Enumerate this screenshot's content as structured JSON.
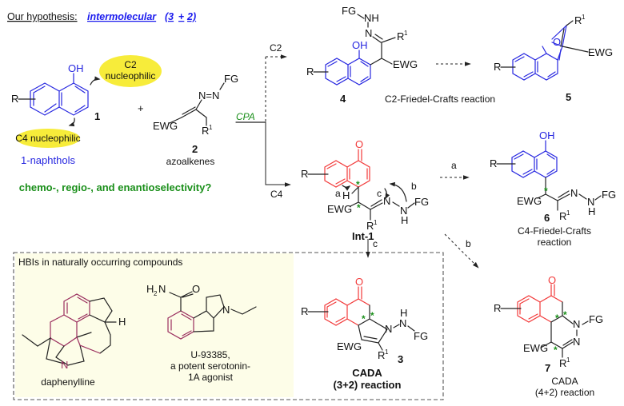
{
  "header": {
    "prefix": "Our hypothesis:",
    "emphasis": "intermolecular",
    "ratio_open": "(3",
    "ratio_plus": "+",
    "ratio_close": "2)"
  },
  "colors": {
    "naphthol": "#2727e0",
    "dearomatized": "#f23a3a",
    "stereocenter": "#1a8f1a",
    "natural_product": "#9a2e5e",
    "highlight": "#f7ec3a",
    "box_fill": "#fdfde8",
    "question": "#1a8f1a"
  },
  "reactants": {
    "naphthol": {
      "number": "1",
      "name": "1-naphthols",
      "oh": "OH",
      "r": "R"
    },
    "azoalkene": {
      "number": "2",
      "name": "azoalkenes",
      "fg": "FG",
      "n_n": "N=N",
      "ewg": "EWG",
      "r1": "R",
      "r1_sup": "1"
    },
    "plus": "+"
  },
  "callouts": {
    "c2": {
      "line1": "C2",
      "line2": "nucleophilic"
    },
    "c4": "C4 nucleophilic"
  },
  "question": "chemo-, regio-, and enantioselectivity?",
  "catalyst": "CPA",
  "branches": {
    "c2": "C2",
    "c4": "C4",
    "a": "a",
    "b": "b",
    "c": "c"
  },
  "products": {
    "p4": {
      "number": "4",
      "caption": "C2-Friedel-Crafts reaction"
    },
    "p5": {
      "number": "5"
    },
    "int1": {
      "label": "Int-1"
    },
    "p6": {
      "number": "6",
      "caption_line1": "C4-Friedel-Crafts",
      "caption_line2": "reaction"
    },
    "p3": {
      "number": "3",
      "caption_line1": "CADA",
      "caption_line2": "(3+2) reaction"
    },
    "p7": {
      "number": "7",
      "caption_line1": "CADA",
      "caption_line2": "(4+2) reaction"
    }
  },
  "atoms": {
    "OH": "OH",
    "O": "O",
    "R": "R",
    "R1": "R",
    "sup1": "1",
    "EWG": "EWG",
    "FG": "FG",
    "N": "N",
    "NH": "NH",
    "H": "H",
    "H2N": "H",
    "sub2": "2",
    "star": "*"
  },
  "natural_box": {
    "title": "HBIs in naturally occurring compounds",
    "daphenylline": "daphenylline",
    "u93385_line1": "U-93385,",
    "u93385_line2": "a potent serotonin-",
    "u93385_line3": "1A agonist"
  }
}
